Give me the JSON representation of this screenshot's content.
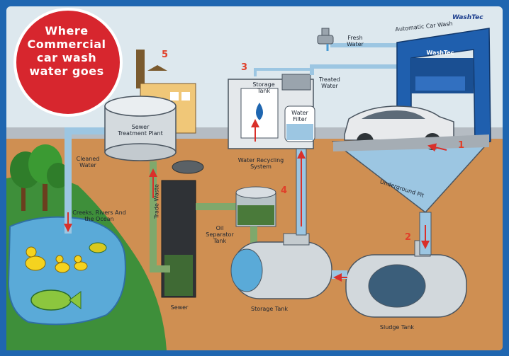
{
  "title": "Where Commercial car wash water goes",
  "brand": "WashTec",
  "colors": {
    "frame": "#1f66b0",
    "sky": "#dde8ee",
    "ground": "#cf8f52",
    "grass": "#3e8f3a",
    "water": "#5aaad8",
    "badge_red": "#d7262e",
    "tank": "#cfd6dc",
    "arrow": "#d9302a"
  },
  "labels": {
    "fresh_water": "Fresh Water",
    "automatic_car_wash": "Automatic Car Wash",
    "treated_water": "Treated Water",
    "storage_tank_top": "Storage Tank",
    "water_filter": "Water Filter",
    "water_recycling_system": "Water Recycling System",
    "sewer_treatment_plant": "Sewer Treatment Plant",
    "cleaned_water": "Cleaned Water",
    "creeks": "Creeks, Rivers And the Ocean",
    "trade_waste": "Trade Waste",
    "sewer": "Sewer",
    "oil_separator_tank": "Oil Separator Tank",
    "storage_tank_bottom": "Storage Tank",
    "underground_pit": "Underground Pit",
    "sludge_tank": "Sludge Tank",
    "brand_on_wash": "WashTec"
  },
  "steps": [
    "1",
    "2",
    "3",
    "4",
    "5"
  ]
}
